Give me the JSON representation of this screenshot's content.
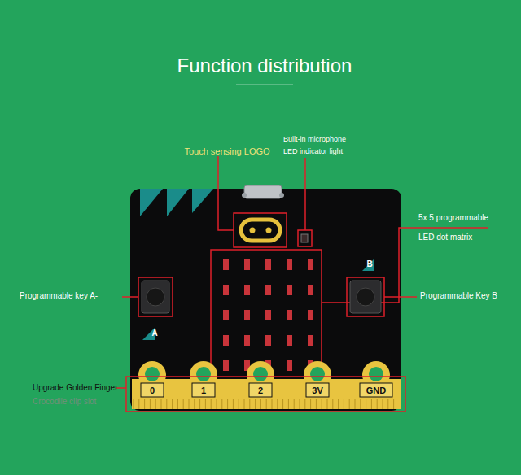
{
  "diagram": {
    "title": "Function distribution",
    "labels": [
      "Touch sensing LOGO",
      "Built-in microphone",
      "LED indicator light",
      "5x 5 programmable",
      "LED dot matrix",
      "Programmable key A-",
      "Programmable Key B",
      "Upgrade Golden Finger",
      "Crocodile clip slot",
      "A",
      "B",
      "0",
      "1",
      "2",
      "3V",
      "GND"
    ]
  }
}
